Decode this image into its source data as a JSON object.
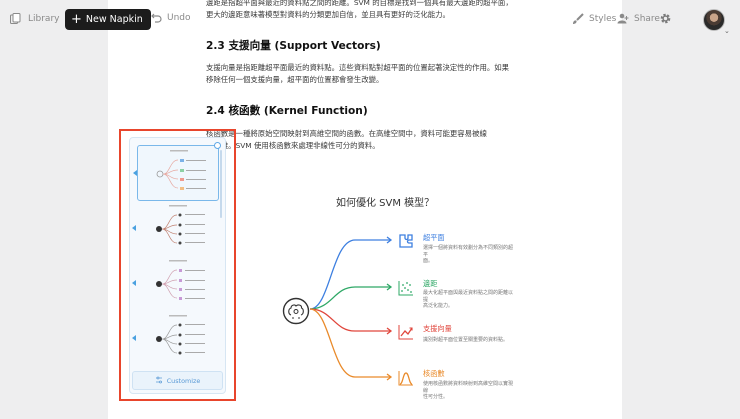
{
  "toolbar": {
    "library_label": "Library",
    "new_napkin_label": "New Napkin",
    "new_napkin_plus": "+",
    "undo_label": "Undo",
    "styles_label": "Styles",
    "share_label": "Share"
  },
  "document": {
    "intro_text": [
      "邊距是指超平面與最近的資料點之間的距離。SVM 的目標是找到一個具有最大邊距的超平面，",
      "更大的邊距意味著模型對資料的分類更加自信，並且具有更好的泛化能力。"
    ],
    "sections": [
      {
        "heading": "2.3 支援向量 (Support Vectors)",
        "paragraph": [
          "支援向量是指距離超平面最近的資料點。這些資料點對超平面的位置起著決定性的作用。如果",
          "移除任何一個支援向量，超平面的位置都會發生改變。"
        ]
      },
      {
        "heading": "2.4 核函數 (Kernel Function)",
        "paragraph": [
          "核函數是一種將原始空間映射到高維空間的函數。在高維空間中，資料可能更容易被線",
          "性分離。SVM 使用核函數來處理非線性可分的資料。"
        ]
      }
    ]
  },
  "style_panel": {
    "customize_label": "Customize"
  },
  "diagram": {
    "title": "如何優化 SVM 模型？",
    "center_icon": "brain-gear-icon",
    "nodes": [
      {
        "title": "超平面",
        "desc": [
          "選擇一個將資料有效劃分為不同類別的超平",
          "面。"
        ],
        "color": "#3d7fe0",
        "icon": "puzzle-icon"
      },
      {
        "title": "邊距",
        "desc": [
          "最大化超平面與最近資料點之間的距離以提",
          "高泛化能力。"
        ],
        "color": "#2ea866",
        "icon": "scatter-icon"
      },
      {
        "title": "支援向量",
        "desc": [
          "識別對超平面位置至關重要的資料點。"
        ],
        "color": "#e0463c",
        "icon": "chart-up-icon"
      },
      {
        "title": "核函數",
        "desc": [
          "使用核函數將資料映射到高維空間以實現線",
          "性可分性。"
        ],
        "color": "#e98a2a",
        "icon": "bell-curve-icon"
      }
    ]
  },
  "colors": {
    "accent_selection": "#e8452c",
    "panel_blue": "#60a8e6"
  }
}
